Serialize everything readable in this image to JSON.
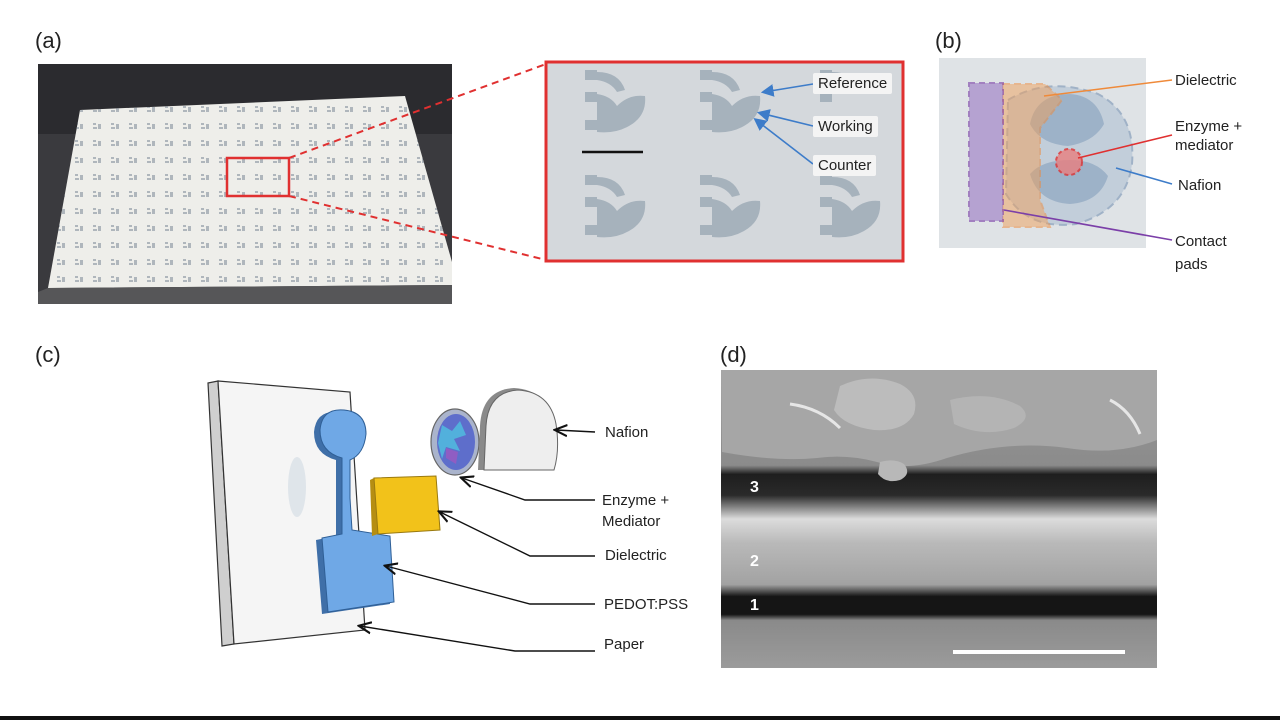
{
  "panels": {
    "a": {
      "label": "(a)",
      "zoom_labels": {
        "reference": "Reference",
        "working": "Working",
        "counter": "Counter"
      }
    },
    "b": {
      "label": "(b)",
      "labels": {
        "dielectric": "Dielectric",
        "enzyme_line1": "Enzyme +",
        "enzyme_line2": "mediator",
        "nafion": "Nafion",
        "contact_line1": "Contact",
        "contact_line2": "pads"
      }
    },
    "c": {
      "label": "(c)",
      "labels": {
        "nafion": "Nafion",
        "enzyme_line1": "Enzyme +",
        "enzyme_line2": "Mediator",
        "dielectric": "Dielectric",
        "pedot": "PEDOT:PSS",
        "paper": "Paper"
      }
    },
    "d": {
      "label": "(d)",
      "layers": {
        "three": "3",
        "two": "2",
        "one": "1"
      }
    }
  },
  "colors": {
    "red": "#e03030",
    "blue": "#3d7cc9",
    "orange": "#ef8a3a",
    "purple": "#7b3fa8",
    "electrode_blue": "#6fa8e6",
    "dielectric_yellow": "#f2c21a"
  }
}
